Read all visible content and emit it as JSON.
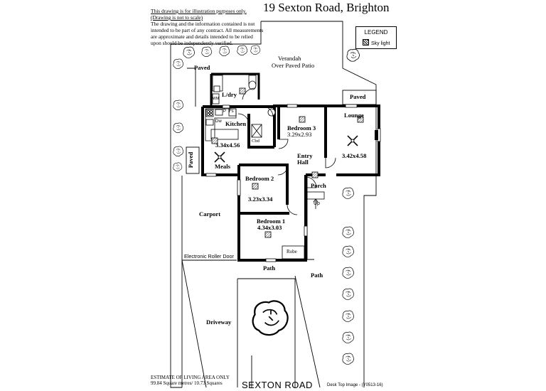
{
  "header": {
    "title": "19 Sexton Road, Brighton",
    "disclaimer_line1": "This drawing is for illustration purposes only.",
    "disclaimer_line2": "(Drawing is not to scale)",
    "disclaimer_body": "The drawing and the information contained is not intended to be part of any contract. All measurements are approximate and details intended to be relied upon should be independently verified."
  },
  "legend": {
    "title": "LEGEND",
    "items": [
      {
        "icon": "skylight-icon",
        "label": "Sky light"
      }
    ]
  },
  "rooms": {
    "verandah": "Verandah",
    "verandah_sub": "Over Paved Patio",
    "laundry": "L/dry",
    "kitchen": "Kitchen",
    "kitchen_size": "3.34x4.56",
    "meals": "Meals",
    "bedroom3": "Bedroom 3",
    "bedroom3_size": "3.29x2.93",
    "lounge": "Lounge",
    "lounge_size": "3.42x4.58",
    "entry": "Entry",
    "hall": "Hall",
    "bedroom2": "Bedroom 2",
    "bedroom2_size": "3.23x3.34",
    "porch": "Porch",
    "up": "Up",
    "bedroom1": "Bedroom 1",
    "bedroom1_size": "4.34x3.03",
    "robe": "Robe",
    "carport": "Carport",
    "roller_door": "Electronic Roller Door",
    "cupboard": "Cbd",
    "dishwasher": "Dw",
    "fridge": "Fs",
    "pantry": "P",
    "wm": "WM"
  },
  "outdoor": {
    "paved_top": "Paved",
    "paved_right": "Paved",
    "paved_left": "Paved",
    "path1": "Path",
    "path2": "Path",
    "driveway": "Driveway"
  },
  "footer": {
    "estimate": "ESTIMATE OF LIVING AREA ONLY",
    "area": "99.84 Square metres/  10.73 Squares",
    "road": "SEXTON ROAD",
    "ref": "Desk Top Image - (Y0513-16)"
  }
}
